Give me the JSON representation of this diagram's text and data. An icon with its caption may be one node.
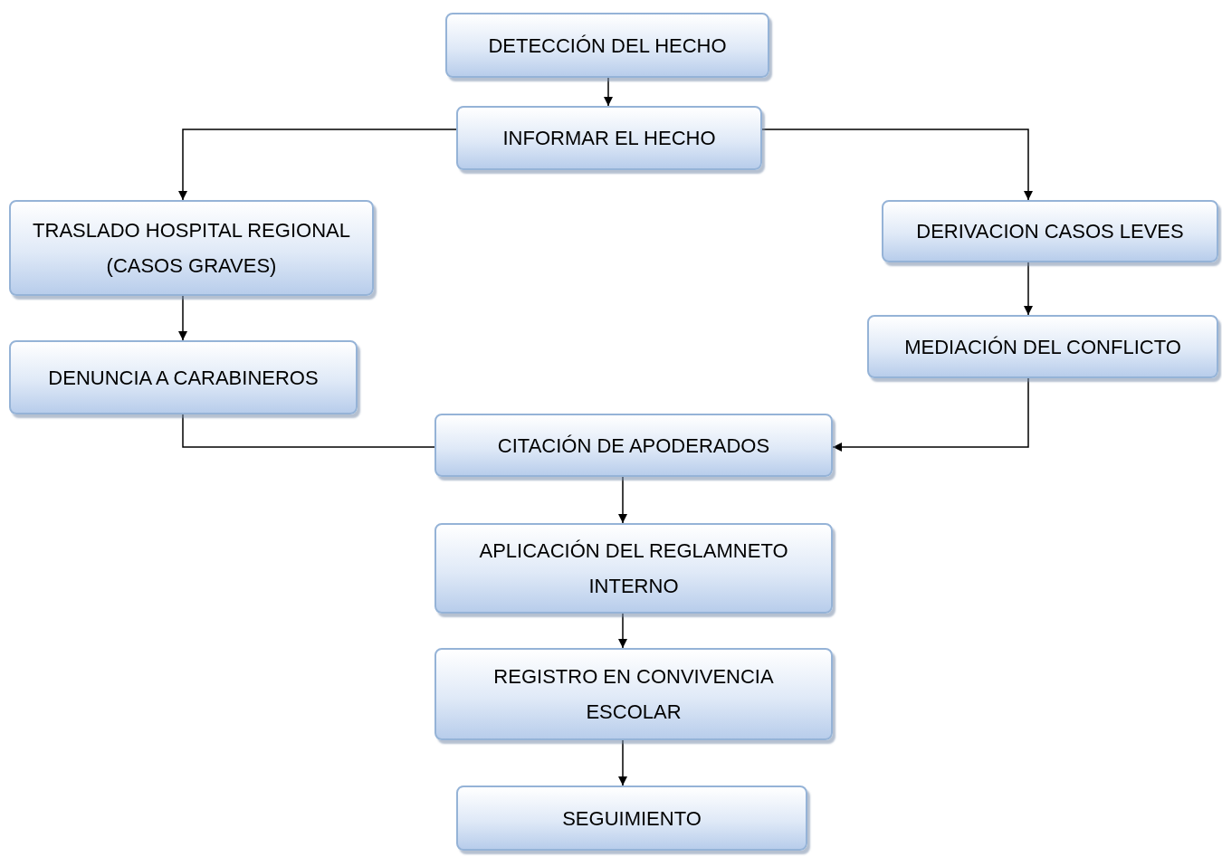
{
  "diagram": {
    "nodes": [
      {
        "text": [
          "DETECCIÓN DEL HECHO"
        ]
      },
      {
        "text": [
          "INFORMAR EL HECHO"
        ]
      },
      {
        "text": [
          "TRASLADO HOSPITAL REGIONAL (CASOS GRAVES)"
        ]
      },
      {
        "text": [
          "DERIVACION CASOS LEVES"
        ]
      },
      {
        "text": [
          "DENUNCIA A CARABINEROS"
        ]
      },
      {
        "text": [
          "MEDIACIÓN DEL CONFLICTO"
        ]
      },
      {
        "text": [
          "CITACIÓN DE APODERADOS"
        ]
      },
      {
        "text": [
          "APLICACIÓN DEL REGLAMNETO INTERNO"
        ]
      },
      {
        "text": [
          "REGISTRO EN CONVIVENCIA ESCOLAR"
        ]
      },
      {
        "text": [
          "SEGUIMIENTO"
        ]
      }
    ],
    "edges": [
      {
        "from": 0,
        "to": 1,
        "arrow": "to"
      },
      {
        "from": 1,
        "to": 2,
        "arrow": "to"
      },
      {
        "from": 1,
        "to": 3,
        "arrow": "to"
      },
      {
        "from": 2,
        "to": 4,
        "arrow": "to"
      },
      {
        "from": 3,
        "to": 5,
        "arrow": "to"
      },
      {
        "from": 4,
        "to": 6,
        "arrow": "none"
      },
      {
        "from": 5,
        "to": 6,
        "arrow": "to"
      },
      {
        "from": 6,
        "to": 7,
        "arrow": "to"
      },
      {
        "from": 7,
        "to": 8,
        "arrow": "to"
      },
      {
        "from": 8,
        "to": 9,
        "arrow": "to"
      }
    ]
  }
}
